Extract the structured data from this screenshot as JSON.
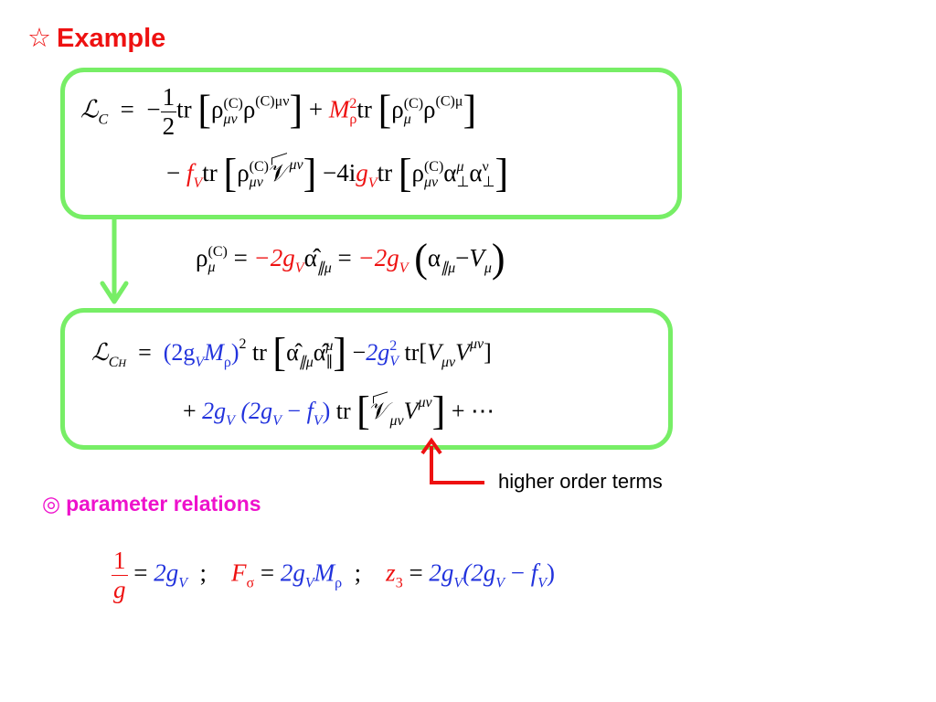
{
  "header": {
    "star_glyph": "☆",
    "title": "Example"
  },
  "eq1": {
    "L": "ℒ",
    "Lsub": "C",
    "eq": "=",
    "minus": "−",
    "one": "1",
    "two": "2",
    "tr": "tr",
    "rho": "ρ",
    "sup_C": "(C)",
    "sub_munu": "μν",
    "sup_Cmunu": "(C)μν",
    "plus": "+",
    "M": "M",
    "sup2": "2",
    "sub_rho": "ρ",
    "sub_mu": "μ",
    "sup_Cmu": "(C)μ",
    "fV_f": "f",
    "fV_V": "V",
    "calV": "𝒱",
    "sup_munu": "μν",
    "four_i": "−4i",
    "g": "g",
    "alpha": "α",
    "sup_mu": "μ",
    "sup_nu": "ν",
    "sub_perp": "⊥"
  },
  "eq2": {
    "rho": "ρ",
    "sup_C": "(C)",
    "sub_mu": "μ",
    "eq": "=",
    "red1": "−2g",
    "V": "V",
    "alphahat": "α̂",
    "sub_par_mu": "∥μ",
    "red2": "−2g",
    "paren_open": "(",
    "alpha": "α",
    "minus": "−",
    "Vmu": "V",
    "paren_close": ")"
  },
  "eq3": {
    "L": "ℒ",
    "Lsub": "C",
    "Lsubsub": "H",
    "eq": "=",
    "blue1": "(2g",
    "V": "V",
    "M": "M",
    "rho": "ρ",
    "close": ")",
    "sup2": "2",
    "tr": "tr",
    "alphahat": "α̂",
    "sub_par_mu": "∥μ",
    "sup_mu": "μ",
    "sub_par": "∥",
    "minus": "−",
    "blue2": "2g",
    "lb": "[",
    "Vmunu": "V",
    "sub_munu": "μν",
    "sup_munu": "μν",
    "rb": "]",
    "plus": "+",
    "blue3": "2g",
    "open2": "(2g",
    "minus2": "−",
    "f": "f",
    "close2": ")",
    "calV": "𝒱",
    "dots": "+ ⋯"
  },
  "annotation": {
    "label": "higher order terms"
  },
  "relations": {
    "glyph": "◎",
    "title": "parameter relations",
    "one": "1",
    "g": "g",
    "eq": "=",
    "twog": "2g",
    "V": "V",
    "semi": ";",
    "F": "F",
    "sigma": "σ",
    "M": "M",
    "rho": "ρ",
    "z": "z",
    "three": "3",
    "open": "(2g",
    "minus": "−",
    "f": "f",
    "close": ")"
  },
  "colors": {
    "accent_red": "#ee1111",
    "box_green": "#77ee66",
    "blue": "#2233dd",
    "magenta": "#ee11cc"
  }
}
